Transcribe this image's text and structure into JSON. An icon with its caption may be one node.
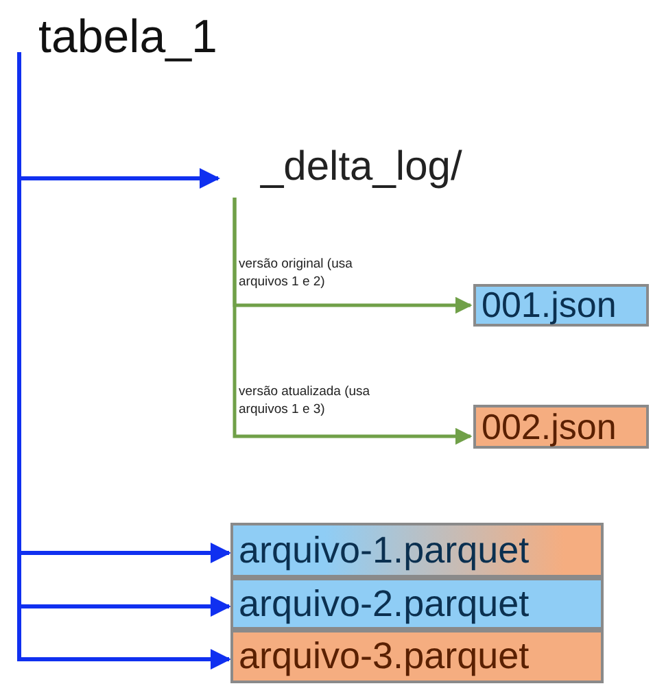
{
  "diagram": {
    "nodes": [
      {
        "text": [
          "tabela_1"
        ]
      },
      {
        "text": [
          "_delta_log/"
        ]
      },
      {
        "text": [
          "001.json"
        ]
      },
      {
        "text": [
          "002.json"
        ]
      },
      {
        "text": [
          "arquivo-1.parquet"
        ]
      },
      {
        "text": [
          "arquivo-2.parquet"
        ]
      },
      {
        "text": [
          "arquivo-3.parquet"
        ]
      }
    ],
    "edges": [
      {
        "from": 0,
        "to": 1,
        "arrow": "to"
      },
      {
        "from": 1,
        "to": 2,
        "arrow": "to",
        "label": "versão original (usa arquivos 1 e 2)",
        "color": "#70a048"
      },
      {
        "from": 1,
        "to": 3,
        "arrow": "to",
        "label": "versão atualizada (usa arquivos 1 e 3)",
        "color": "#70a048"
      },
      {
        "from": 0,
        "to": 4,
        "arrow": "to"
      },
      {
        "from": 0,
        "to": 5,
        "arrow": "to"
      },
      {
        "from": 0,
        "to": 6,
        "arrow": "to"
      }
    ]
  }
}
